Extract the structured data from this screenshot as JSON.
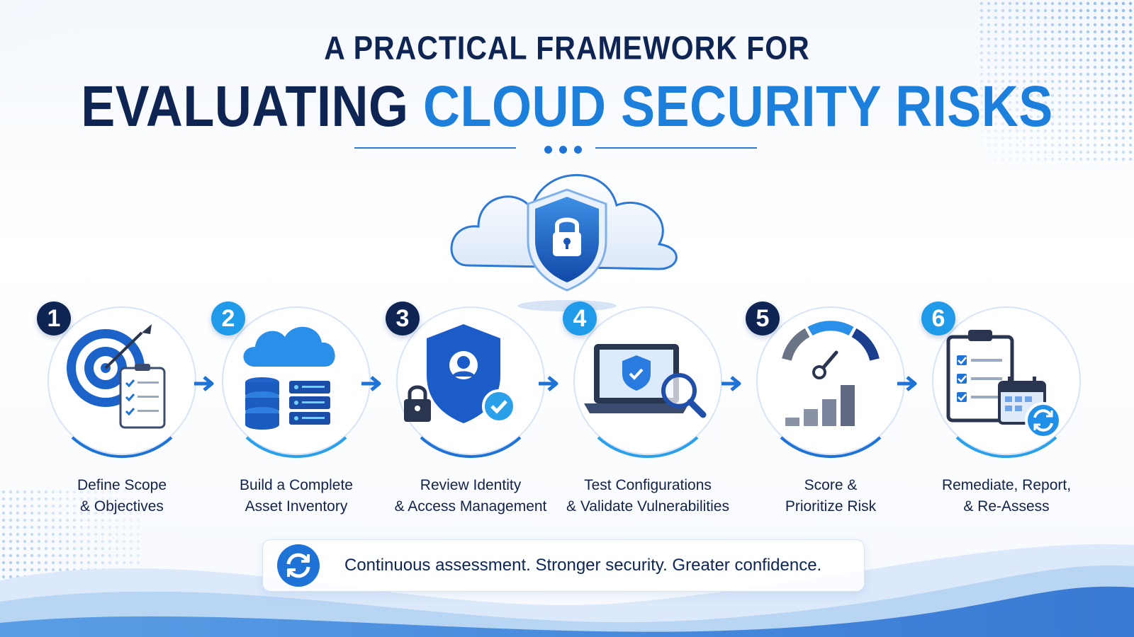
{
  "header": {
    "subtitle": "A PRACTICAL FRAMEWORK FOR",
    "title_dark": "EVALUATING",
    "title_blue": "CLOUD SECURITY RISKS"
  },
  "colors": {
    "navy": "#0e2554",
    "blue": "#1d7fdc",
    "light_blue": "#1f9bea"
  },
  "hero_icon": "cloud-shield-lock-icon",
  "steps": [
    {
      "number": "1",
      "line1": "Define Scope",
      "line2": "& Objectives",
      "icon": "target-checklist-icon"
    },
    {
      "number": "2",
      "line1": "Build a Complete",
      "line2": "Asset Inventory",
      "icon": "cloud-database-server-icon"
    },
    {
      "number": "3",
      "line1": "Review Identity",
      "line2": "& Access Management",
      "icon": "shield-user-lock-icon"
    },
    {
      "number": "4",
      "line1": "Test Configurations",
      "line2": "& Validate Vulnerabilities",
      "icon": "laptop-shield-magnifier-icon"
    },
    {
      "number": "5",
      "line1": "Score &",
      "line2": "Prioritize Risk",
      "icon": "gauge-bar-chart-icon"
    },
    {
      "number": "6",
      "line1": "Remediate, Report,",
      "line2": "& Re-Assess",
      "icon": "clipboard-calendar-refresh-icon"
    }
  ],
  "footer": {
    "text": "Continuous assessment. Stronger security. Greater confidence.",
    "icon": "refresh-icon"
  }
}
